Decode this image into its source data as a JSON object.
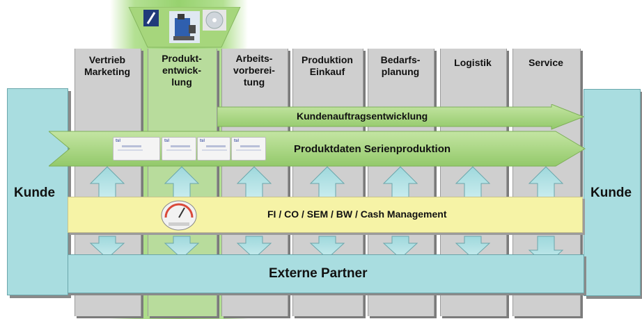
{
  "columns": [
    {
      "label": "Vertrieb\nMarketing"
    },
    {
      "label": "Produkt-\nentwick-\nlung"
    },
    {
      "label": "Arbeits-\nvorberei-\ntung"
    },
    {
      "label": "Produktion\nEinkauf"
    },
    {
      "label": "Bedarfs-\nplanung"
    },
    {
      "label": "Logistik"
    },
    {
      "label": "Service"
    }
  ],
  "left_customer": "Kunde",
  "right_customer": "Kunde",
  "arrow_order": "Kundenauftragsentwicklung",
  "arrow_product": "Produktdaten Serienproduktion",
  "finance_bar": "FI / CO / SEM / BW / Cash Management",
  "partner_bar": "Externe Partner",
  "colors": {
    "column_gray": "#cfcfcf",
    "green_arrow": "#a6d67c",
    "teal": "#a9dde0",
    "yellow_bar": "#f6f3a6"
  },
  "icons": [
    "pen-icon",
    "machine-icon",
    "disk-icon",
    "gauge-icon",
    "document-thumbnail-icon"
  ]
}
